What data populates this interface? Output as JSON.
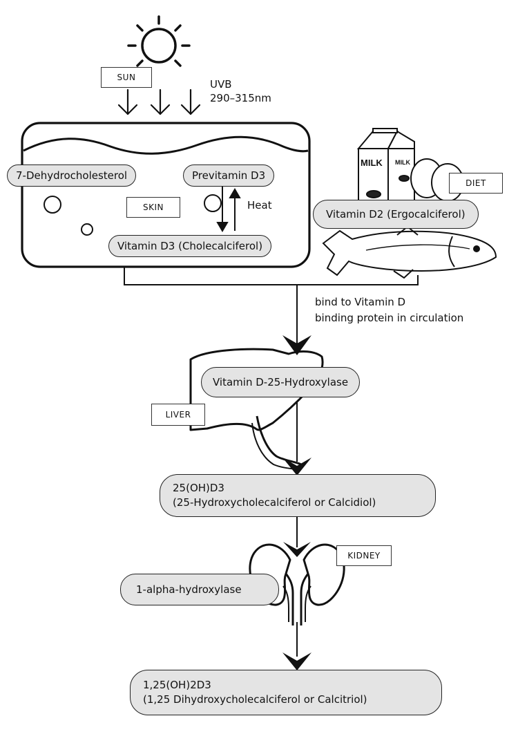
{
  "labels": {
    "sun": "SUN",
    "uvb_line1": "UVB",
    "uvb_line2": "290–315nm",
    "skin": "SKIN",
    "diet": "DIET",
    "liver": "LIVER",
    "kidney": "KIDNEY",
    "milk_large": "MILK",
    "milk_small": "MILK",
    "heat": "Heat",
    "bind_line1": "bind to Vitamin D",
    "bind_line2": "binding protein in circulation"
  },
  "nodes": {
    "dehydrocholesterol": "7-Dehydrocholesterol",
    "previtamin_d3": "Previtamin D3",
    "vitamin_d3": "Vitamin D3 (Cholecalciferol)",
    "vitamin_d2": "Vitamin D2 (Ergocalciferol)",
    "hydroxylase_25": "Vitamin D-25-Hydroxylase",
    "calcidiol_line1": "25(OH)D3",
    "calcidiol_line2": "(25-Hydroxycholecalciferol or Calcidiol)",
    "alpha_hydroxylase": "1-alpha-hydroxylase",
    "calcitriol_line1": "1,25(OH)2D3",
    "calcitriol_line2": "(1,25 Dihydroxycholecalciferol or Calcitriol)"
  }
}
